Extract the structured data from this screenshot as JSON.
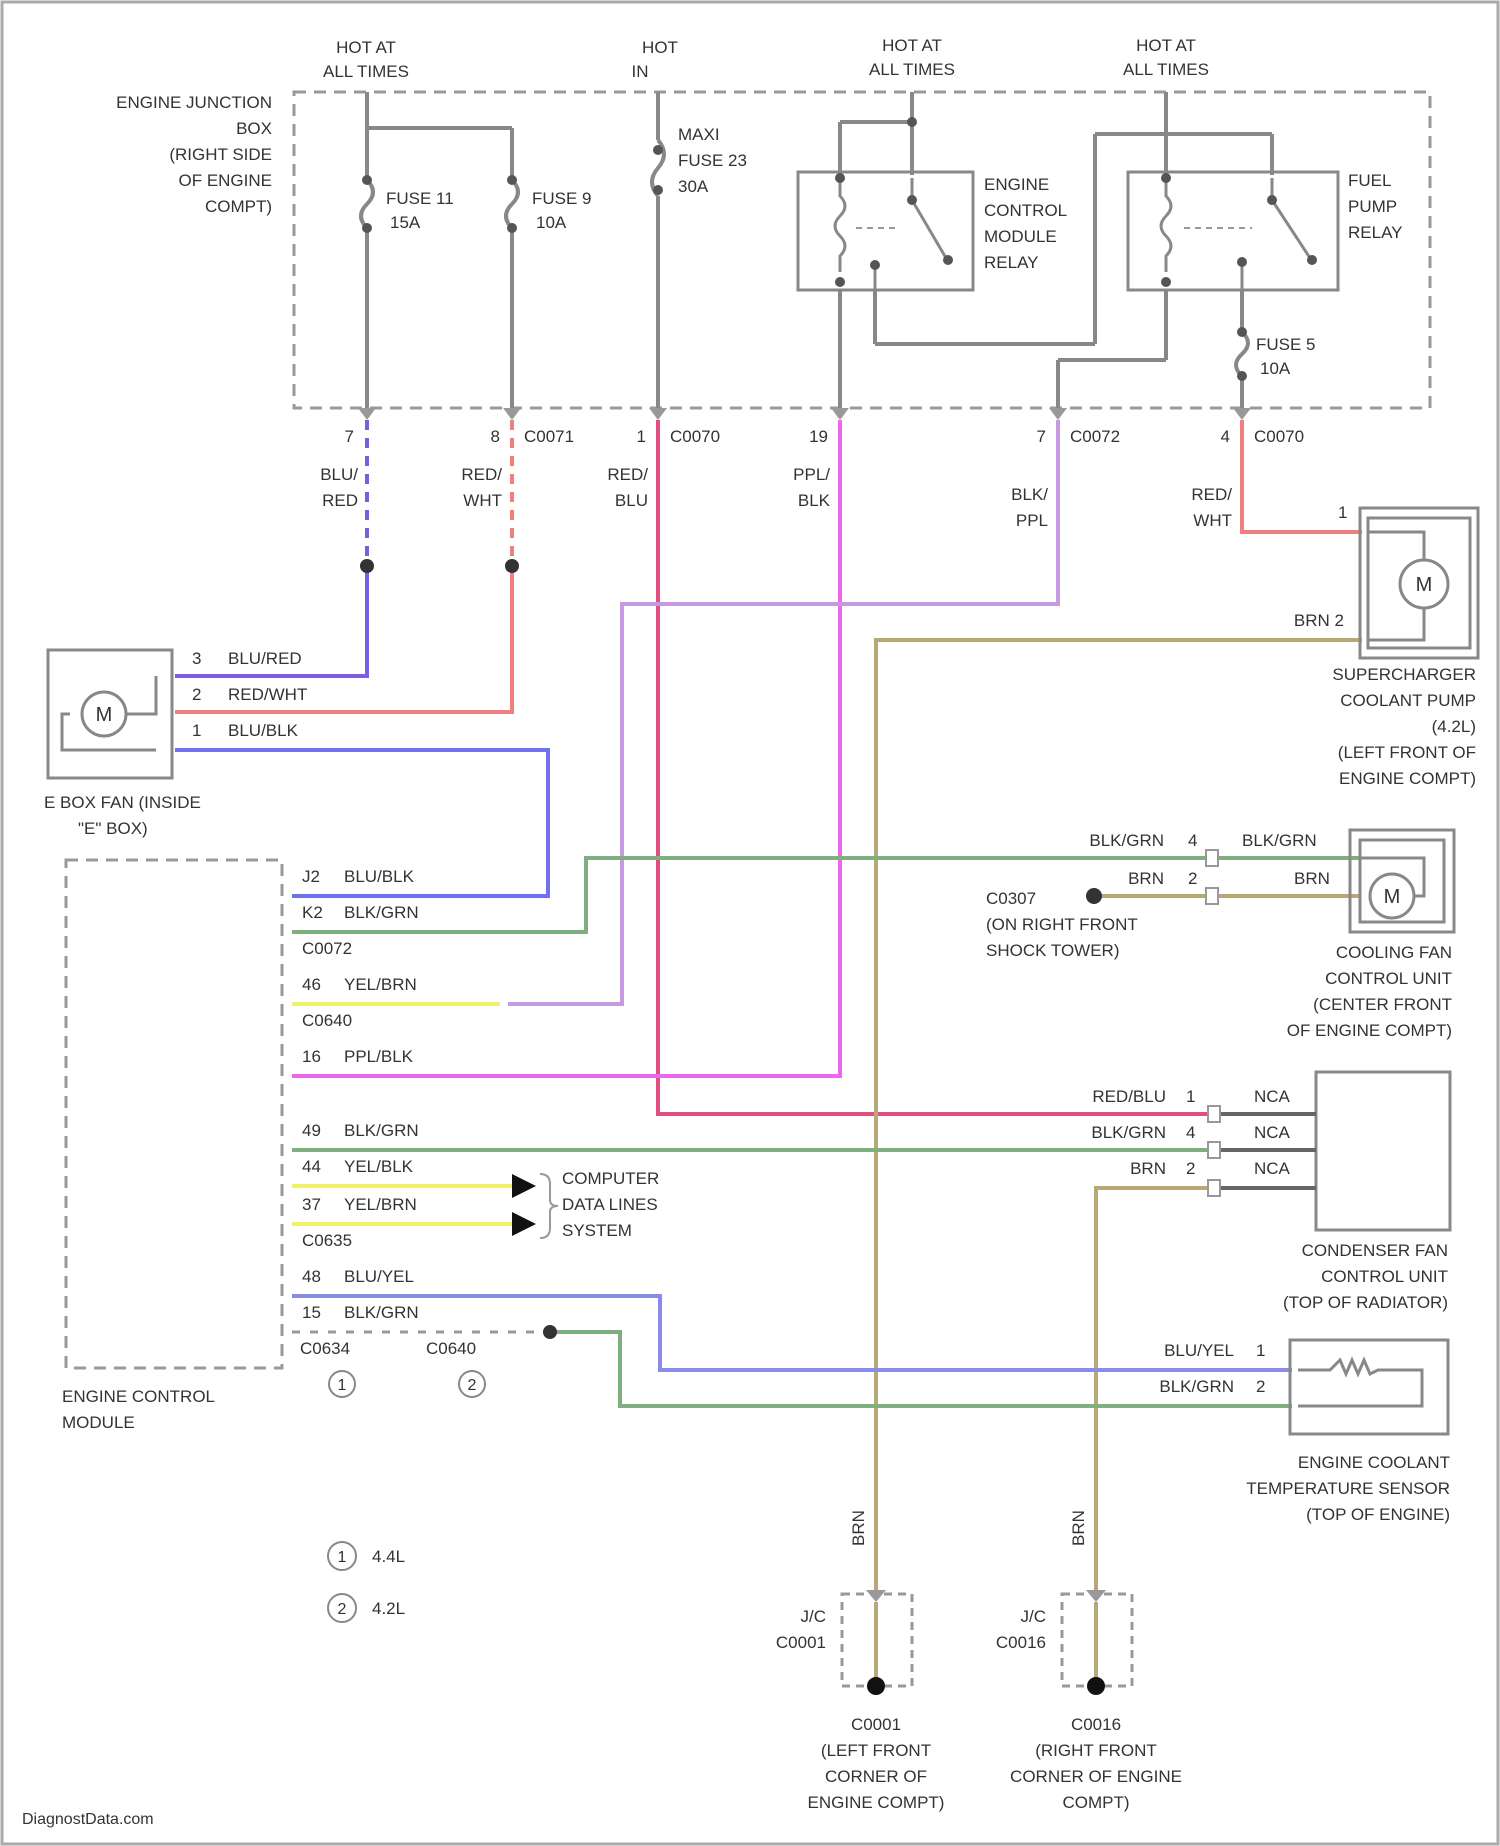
{
  "colors": {
    "blu_red": "#7b5de0",
    "red_wht": "#f08080",
    "blu_blk": "#7070f0",
    "red_blu": "#e0507c",
    "ppl_blk": "#ee66ee",
    "blk_ppl": "#c79ae0",
    "blk_grn": "#7fae7f",
    "brn": "#b8a878",
    "yel_brn": "#f0f06a",
    "yel_blk": "#f0f06a",
    "blu_yel": "#8a8ae8",
    "gray": "#8f8f8f"
  },
  "top": {
    "hot1": [
      "HOT AT",
      "ALL TIMES"
    ],
    "hot2": [
      "HOT",
      "IN"
    ],
    "hot3": [
      "HOT AT",
      "ALL TIMES"
    ],
    "hot4": [
      "HOT AT",
      "ALL TIMES"
    ]
  },
  "junction_box": [
    "ENGINE JUNCTION",
    "BOX",
    "(RIGHT SIDE",
    "OF ENGINE",
    "COMPT)"
  ],
  "fuses": {
    "f11": [
      "FUSE 11",
      "15A"
    ],
    "f9": [
      "FUSE 9",
      "10A"
    ],
    "f23": [
      "MAXI",
      "FUSE 23",
      "30A"
    ],
    "f5": [
      "FUSE 5",
      "10A"
    ]
  },
  "ecm_relay": [
    "ENGINE",
    "CONTROL",
    "MODULE",
    "RELAY"
  ],
  "fuel_pump_relay": [
    "FUEL",
    "PUMP",
    "RELAY"
  ],
  "connectors": {
    "c0071_pin7": "7",
    "c0071_pin8": "8",
    "c0071": "C0071",
    "c0070_pin1": "1",
    "c0070": "C0070",
    "pin19": "19",
    "c0072_pin7": "7",
    "c0072": "C0072",
    "c0070b_pin4": "4",
    "c0070b": "C0070"
  },
  "wire_labels": {
    "blu_red": [
      "BLU/",
      "RED"
    ],
    "red_wht": [
      "RED/",
      "WHT"
    ],
    "red_blu": [
      "RED/",
      "BLU"
    ],
    "ppl_blk": [
      "PPL/",
      "BLK"
    ],
    "blk_ppl": [
      "BLK/",
      "PPL"
    ],
    "red_wht2": [
      "RED/",
      "WHT"
    ]
  },
  "ebox_fan": {
    "pins": [
      "3",
      "2",
      "1"
    ],
    "wires": [
      "BLU/RED",
      "RED/WHT",
      "BLU/BLK"
    ],
    "label": [
      "E BOX FAN (INSIDE",
      "\"E\" BOX)"
    ]
  },
  "sc_pump": {
    "pin1": "1",
    "pin2_label": "BRN 2",
    "label": [
      "SUPERCHARGER",
      "COOLANT PUMP",
      "(4.2L)",
      "(LEFT FRONT OF",
      "ENGINE COMPT)"
    ]
  },
  "ecm": {
    "label": [
      "ENGINE CONTROL",
      "MODULE"
    ],
    "pins": [
      {
        "pin": "J2",
        "wire": "BLU/BLK"
      },
      {
        "pin": "K2",
        "wire": "BLK/GRN"
      },
      {
        "pin": "C0072",
        "wire": ""
      },
      {
        "pin": "46",
        "wire": "YEL/BRN"
      },
      {
        "pin": "C0640",
        "wire": ""
      },
      {
        "pin": "16",
        "wire": "PPL/BLK"
      },
      {
        "pin": "49",
        "wire": "BLK/GRN"
      },
      {
        "pin": "44",
        "wire": "YEL/BLK"
      },
      {
        "pin": "37",
        "wire": "YEL/BRN"
      },
      {
        "pin": "C0635",
        "wire": ""
      },
      {
        "pin": "48",
        "wire": "BLU/YEL"
      },
      {
        "pin": "15",
        "wire": "BLK/GRN"
      }
    ],
    "bottom_conn": [
      "C0634",
      "C0640"
    ],
    "bottom_notes": [
      "1",
      "2"
    ]
  },
  "data_lines": [
    "COMPUTER",
    "DATA LINES",
    "SYSTEM"
  ],
  "cooling_fan": {
    "wires": [
      {
        "left": "BLK/GRN",
        "pin": "4",
        "right": "BLK/GRN"
      },
      {
        "left": "BRN",
        "pin": "2",
        "right": "BRN"
      }
    ],
    "ground": "C0307",
    "ground_loc": [
      "(ON RIGHT FRONT",
      "SHOCK TOWER)"
    ],
    "label": [
      "COOLING FAN",
      "CONTROL UNIT",
      "(CENTER FRONT",
      "OF ENGINE COMPT)"
    ]
  },
  "condenser_fan": {
    "wires": [
      {
        "wire": "RED/BLU",
        "pin": "1",
        "nca": "NCA"
      },
      {
        "wire": "BLK/GRN",
        "pin": "4",
        "nca": "NCA"
      },
      {
        "wire": "BRN",
        "pin": "2",
        "nca": "NCA"
      }
    ],
    "label": [
      "CONDENSER FAN",
      "CONTROL UNIT",
      "(TOP OF RADIATOR)"
    ]
  },
  "ect_sensor": {
    "wires": [
      {
        "wire": "BLU/YEL",
        "pin": "1"
      },
      {
        "wire": "BLK/GRN",
        "pin": "2"
      }
    ],
    "label": [
      "ENGINE COOLANT",
      "TEMPERATURE SENSOR",
      "(TOP OF ENGINE)"
    ]
  },
  "notes": [
    {
      "num": "1",
      "text": "4.4L"
    },
    {
      "num": "2",
      "text": "4.2L"
    }
  ],
  "grounds": {
    "g1": {
      "wire": "BRN",
      "jc": [
        "J/C",
        "C0001"
      ],
      "name": "C0001",
      "loc": [
        "(LEFT FRONT",
        "CORNER OF",
        "ENGINE COMPT)"
      ]
    },
    "g2": {
      "wire": "BRN",
      "jc": [
        "J/C",
        "C0016"
      ],
      "name": "C0016",
      "loc": [
        "(RIGHT FRONT",
        "CORNER OF ENGINE",
        "COMPT)"
      ]
    }
  },
  "watermark": "DiagnostData.com"
}
